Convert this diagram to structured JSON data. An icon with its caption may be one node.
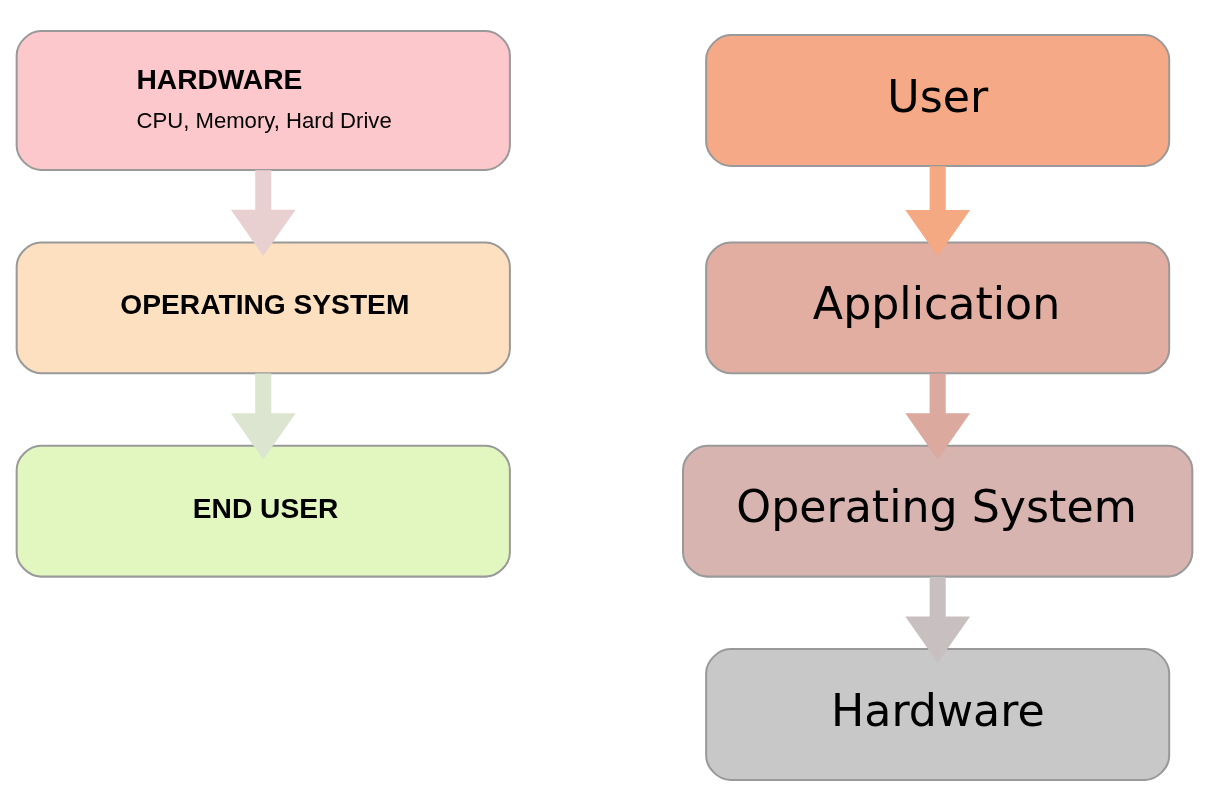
{
  "diagram": {
    "nodes": [
      {
        "text": [
          "HARDWARE",
          "CPU, Memory, Hard Drive"
        ]
      },
      {
        "text": [
          "OPERATING SYSTEM"
        ]
      },
      {
        "text": [
          "END USER"
        ]
      },
      {
        "text": [
          "User"
        ]
      },
      {
        "text": [
          "Application"
        ]
      },
      {
        "text": [
          "Operating System"
        ]
      },
      {
        "text": [
          "Hardware"
        ]
      }
    ],
    "edges": [
      {
        "from": 0,
        "to": 1,
        "arrow": "to",
        "color": "#e8d0d0"
      },
      {
        "from": 1,
        "to": 2,
        "arrow": "to",
        "color": "#dce5d0"
      },
      {
        "from": 3,
        "to": 4,
        "arrow": "to",
        "color": "#f5a983"
      },
      {
        "from": 4,
        "to": 5,
        "arrow": "to",
        "color": "#dba99e"
      },
      {
        "from": 5,
        "to": 6,
        "arrow": "to",
        "color": "#c8c0c0"
      }
    ]
  }
}
